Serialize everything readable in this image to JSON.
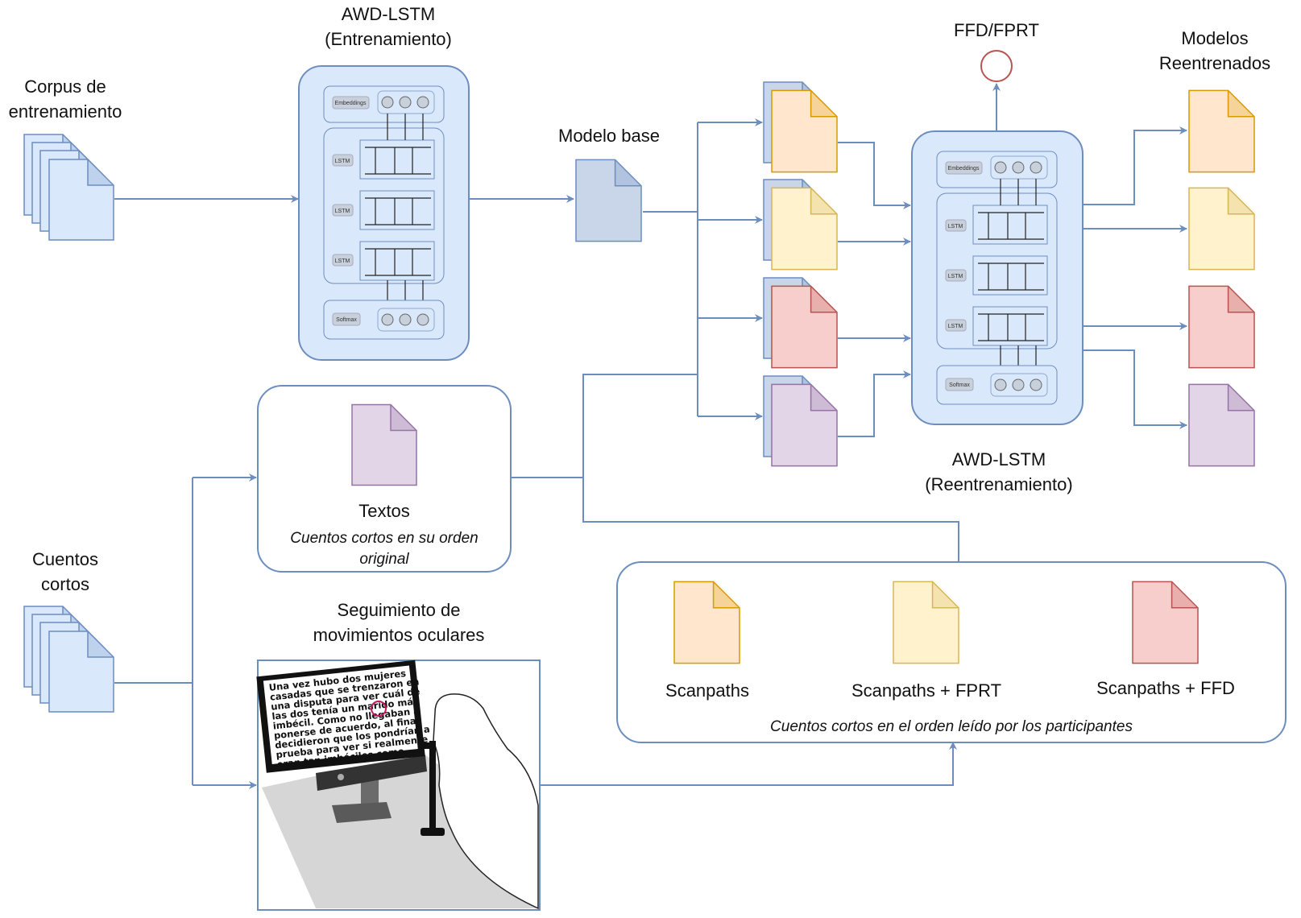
{
  "labels": {
    "corpus_line1": "Corpus de",
    "corpus_line2": "entrenamiento",
    "awd_train_line1": "AWD-LSTM",
    "awd_train_line2": "(Entrenamiento)",
    "modelo_base": "Modelo base",
    "ffd_fprt": "FFD/FPRT",
    "modelos_line1": "Modelos",
    "modelos_line2": "Reentrenados",
    "awd_retrain_line1": "AWD-LSTM",
    "awd_retrain_line2": "(Reentrenamiento)",
    "cuentos_line1": "Cuentos",
    "cuentos_line2": "cortos",
    "textos": "Textos",
    "textos_desc_line1": "Cuentos cortos en su orden",
    "textos_desc_line2": "original",
    "eye_line1": "Seguimiento de",
    "eye_line2": "movimientos oculares",
    "scanpaths": "Scanpaths",
    "scanpaths_fprt": "Scanpaths + FPRT",
    "scanpaths_ffd": "Scanpaths + FFD",
    "scanpaths_desc": "Cuentos cortos en el orden leído por los participantes"
  },
  "network_layers": {
    "embeddings": "Embeddings",
    "lstm": "LSTM",
    "softmax": "Softmax"
  },
  "screen_text": [
    "Una vez hubo dos mujeres",
    "casadas que se trenzaron en",
    "una disputa para ver cuál de",
    "las dos tenía un marido más",
    "imbécil. Como no llegaban a",
    "ponerse de acuerdo, al final",
    "decidieron que los pondrían a",
    "prueba para ver si realmente",
    "eran tan imbéciles como"
  ],
  "colors": {
    "arrow": "#6c8ebf",
    "doc_blue": "#dae8fc",
    "doc_base": "#c9d5e8",
    "orange": "#ffe6cc",
    "orange_stroke": "#d79b00",
    "yellow": "#fff2cc",
    "yellow_stroke": "#d6b656",
    "red": "#f8cecc",
    "red_stroke": "#b85450",
    "purple": "#e1d5e7",
    "purple_stroke": "#9673a6",
    "circle": "#b85450"
  }
}
